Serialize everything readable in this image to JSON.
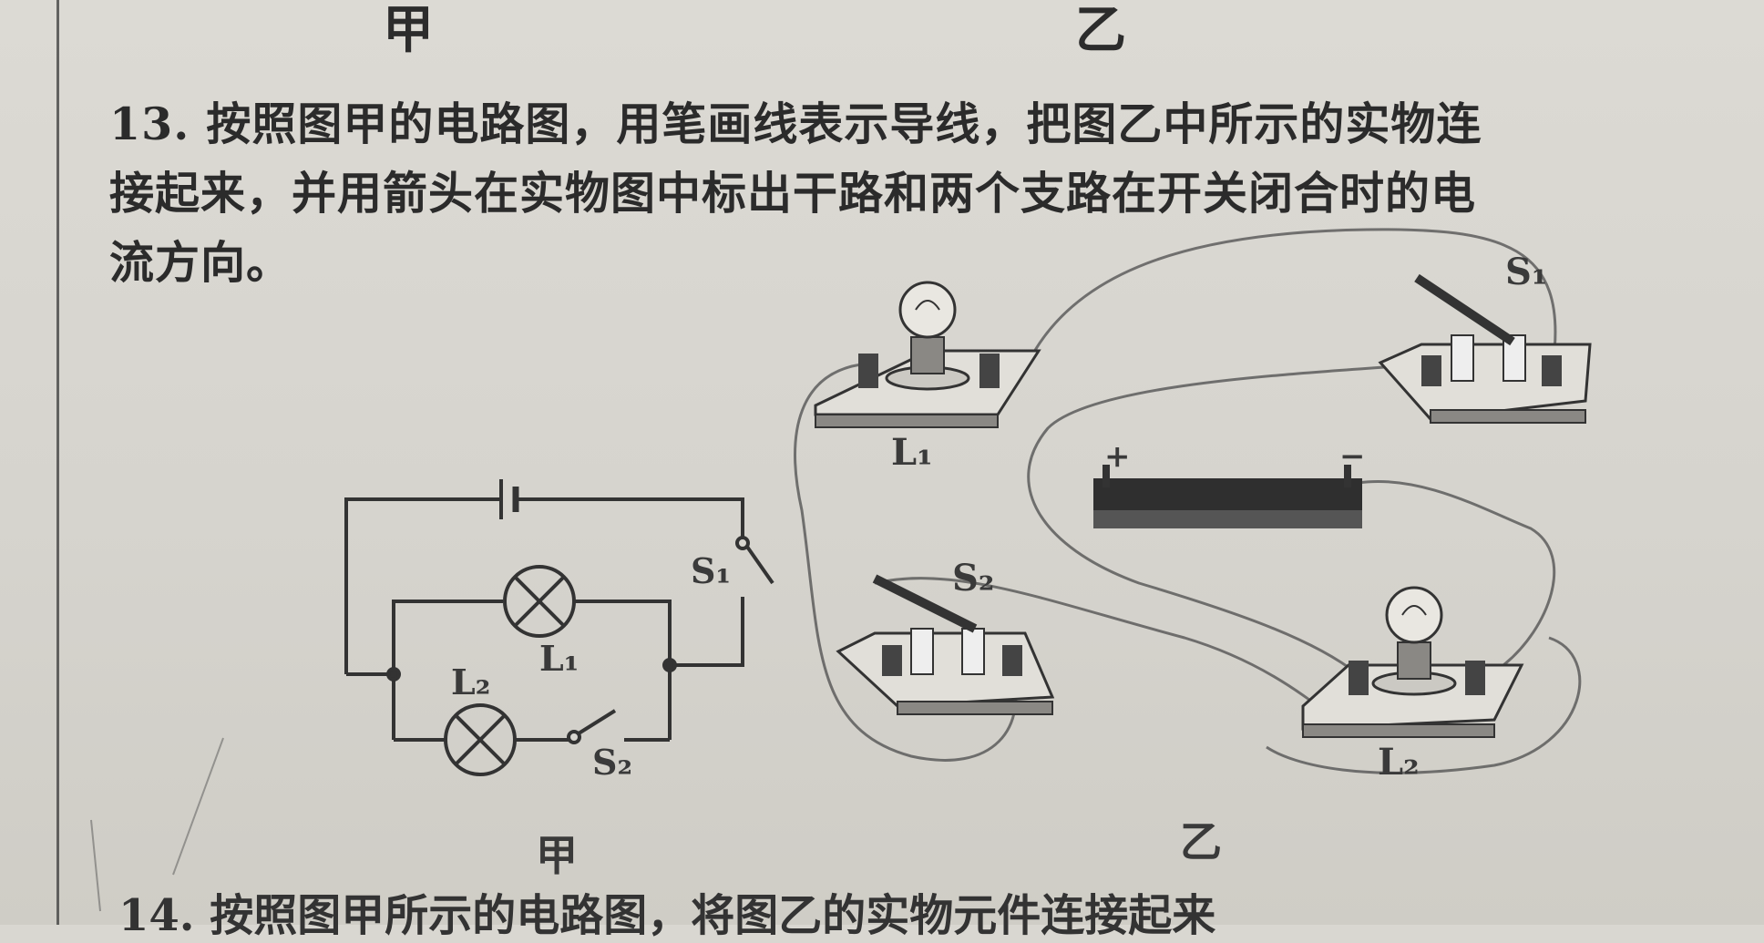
{
  "top_labels": {
    "left": "甲",
    "right": "乙"
  },
  "question": {
    "number": "13.",
    "line1": "按照图甲的电路图，用笔画线表示导线，把图乙中所示的实物连",
    "line2": "接起来，并用箭头在实物图中标出干路和两个支路在开关闭合时的电",
    "line3": "流方向。"
  },
  "diagram_jia": {
    "caption": "甲",
    "labels": {
      "S1": "S₁",
      "L1": "L₁",
      "L2": "L₂",
      "S2": "S₂"
    }
  },
  "diagram_yi": {
    "caption": "乙",
    "labels": {
      "S1": "S₁",
      "L1": "L₁",
      "L2": "L₂",
      "S2": "S₂",
      "battery_plus": "+",
      "battery_minus": "−"
    }
  },
  "next_question": "14. 按照图甲所示的电路图，将图乙的实物元件连接起来"
}
